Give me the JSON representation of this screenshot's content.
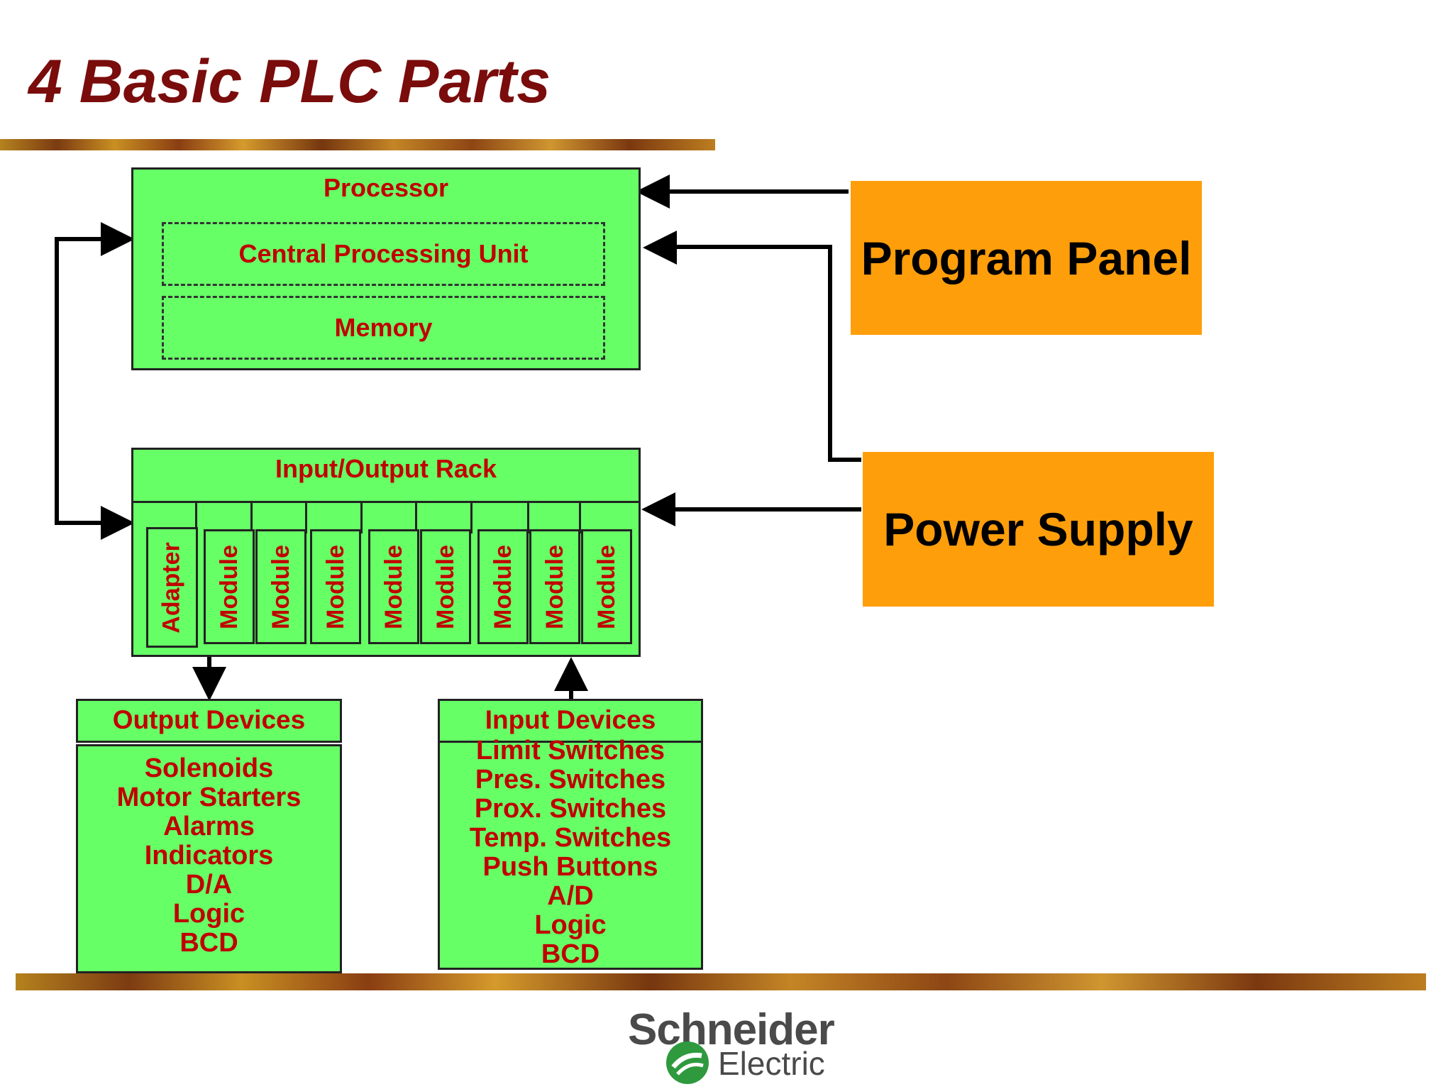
{
  "title": "4 Basic PLC Parts",
  "processor": {
    "label": "Processor",
    "cpu": "Central Processing Unit",
    "memory": "Memory"
  },
  "io_rack": {
    "label": "Input/Output Rack",
    "adapter": "Adapter",
    "module": "Module"
  },
  "program_panel": "Program Panel",
  "power_supply": "Power Supply",
  "output_devices": {
    "label": "Output Devices",
    "items": [
      "Solenoids",
      "Motor Starters",
      "Alarms",
      "Indicators",
      "D/A",
      "Logic",
      "BCD"
    ]
  },
  "input_devices": {
    "label": "Input Devices",
    "items": [
      "Limit Switches",
      "Pres. Switches",
      "Prox. Switches",
      "Temp. Switches",
      "Push Buttons",
      "A/D",
      "Logic",
      "BCD"
    ]
  },
  "logo": {
    "brand": "Schneider",
    "sub": "Electric"
  },
  "colors": {
    "title": "#7a0c0c",
    "box_fill": "#66ff66",
    "label_text": "#c00000",
    "panel_fill": "#ff9e0b"
  }
}
